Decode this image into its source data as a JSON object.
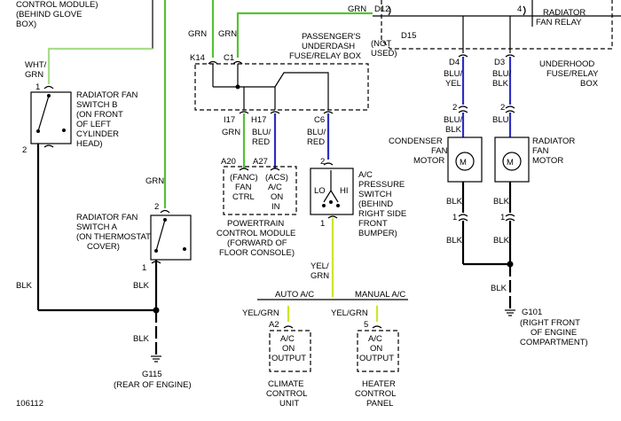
{
  "top_left": {
    "line1": "CONTROL MODULE)",
    "line2": "(BEHIND GLOVE",
    "line3": "BOX)"
  },
  "top_connectors": {
    "grn_d12_wire": "GRN",
    "d12": "D12",
    "pin4": "4"
  },
  "fan_relay": {
    "line1": "RADIATOR",
    "line2": "FAN RELAY"
  },
  "underhood_box": {
    "line1": "UNDERHOOD",
    "line2": "FUSE/RELAY",
    "line3": "BOX"
  },
  "not_used": {
    "line1": "(NOT",
    "line2": "USED)",
    "pin": "D15"
  },
  "passenger_box": {
    "line1": "PASSENGER'S",
    "line2": "UNDERDASH",
    "line3": "FUSE/RELAY BOX"
  },
  "wires_top": {
    "grn1": "GRN",
    "grn2": "GRN",
    "k14": "K14",
    "c1": "C1"
  },
  "switch_b": {
    "wire": "WHT/",
    "wire2": "GRN",
    "pin1": "1",
    "pin2": "2",
    "line1": "RADIATOR FAN",
    "line2": "SWITCH B",
    "line3": "(ON FRONT",
    "line4": "OF LEFT",
    "line5": "CYLINDER",
    "line6": "HEAD)"
  },
  "switch_a": {
    "wire_grn": "GRN",
    "pin2": "2",
    "pin1": "1",
    "line1": "RADIATOR FAN",
    "line2": "SWITCH A",
    "line3": "(ON THERMOSTAT",
    "line4": "COVER)"
  },
  "pcm_connectors": {
    "i17": "I17",
    "h17": "H17",
    "c6": "C6",
    "grn": "GRN",
    "blu1": "BLU/",
    "red1": "RED",
    "blu2": "BLU/",
    "red2": "RED"
  },
  "pcm": {
    "a20": "A20",
    "a27": "A27",
    "fanc1": "(FANC)",
    "fanc2": "FAN",
    "fanc3": "CTRL",
    "acs1": "(ACS)",
    "acs2": "A/C",
    "acs3": "ON",
    "acs4": "IN",
    "line1": "POWERTRAIN",
    "line2": "CONTROL MODULE",
    "line3": "(FORWARD OF",
    "line4": "FLOOR CONSOLE)"
  },
  "pressure_switch": {
    "pin2": "2",
    "pin1": "1",
    "lo": "LO",
    "hi": "HI",
    "line1": "A/C",
    "line2": "PRESSURE",
    "line3": "SWITCH",
    "line4": "(BEHIND",
    "line5": "RIGHT SIDE",
    "line6": "FRONT",
    "line7": "BUMPER)"
  },
  "yel_grn_wire": {
    "line1": "YEL/",
    "line2": "GRN"
  },
  "auto_ac": {
    "label": "AUTO A/C",
    "wire": "YEL/GRN",
    "pin": "A2",
    "out1": "A/C",
    "out2": "ON",
    "out3": "OUTPUT",
    "unit1": "CLIMATE",
    "unit2": "CONTROL",
    "unit3": "UNIT"
  },
  "manual_ac": {
    "label": "MANUAL A/C",
    "wire": "YEL/GRN",
    "pin": "5",
    "out1": "A/C",
    "out2": "ON",
    "out3": "OUTPUT",
    "unit1": "HEATER",
    "unit2": "CONTROL",
    "unit3": "PANEL"
  },
  "left_ground": {
    "blk1": "BLK",
    "blk2": "BLK",
    "blk3": "BLK",
    "ground": "G115",
    "location": "(REAR OF ENGINE)"
  },
  "relay_wires": {
    "d4": "D4",
    "d3": "D3",
    "blu_yel1": "BLU/",
    "blu_yel2": "YEL",
    "blu_blk1": "BLU/",
    "blu_blk2": "BLK",
    "pin2a": "2",
    "pin2b": "2",
    "blu_blk3": "BLU/",
    "blu_blk4": "BLK",
    "blu": "BLU"
  },
  "condenser_motor": {
    "line1": "CONDENSER",
    "line2": "FAN",
    "line3": "MOTOR",
    "m": "M"
  },
  "radiator_motor": {
    "line1": "RADIATOR",
    "line2": "FAN",
    "line3": "MOTOR",
    "m": "M"
  },
  "motor_ground": {
    "blk1": "BLK",
    "blk2": "BLK",
    "pin1a": "1",
    "pin1b": "1",
    "blk3": "BLK",
    "blk4": "BLK",
    "blk5": "BLK",
    "ground": "G101",
    "loc1": "(RIGHT FRONT",
    "loc2": "OF ENGINE",
    "loc3": "COMPARTMENT)"
  },
  "figure_id": "106112",
  "wire_colors": {
    "black": "#000000",
    "green": "#55c233",
    "light_green": "#a8dd8a",
    "blue": "#2e2ec2",
    "yellow": "#cde629"
  }
}
